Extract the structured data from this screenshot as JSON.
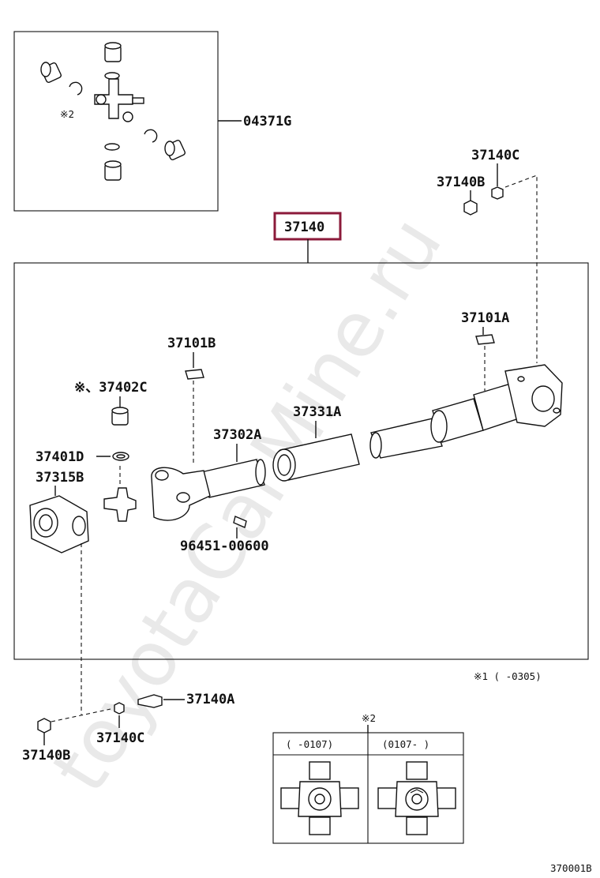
{
  "labels": {
    "kit": "04371G",
    "assembly": "37140",
    "nut_c_top": "37140C",
    "nut_b_top": "37140B",
    "center_bearing_a": "37101A",
    "center_bearing_b": "37101B",
    "spider_bushing": "※、37402C",
    "snap_ring": "37401D",
    "flange_yoke": "37315B",
    "yoke_tube": "37302A",
    "dust_boot": "37331A",
    "grease_fitting": "96451-00600",
    "bolt_a": "37140A",
    "nut_c_bottom": "37140C",
    "nut_b_bottom": "37140B",
    "kit_note": "※2",
    "detail_note": "※2",
    "period_note": "※1 (     -0305)",
    "diagram_id": "370001B"
  },
  "detail": {
    "col_left": "(      -0107)",
    "col_right": "(0107-      )"
  },
  "colors": {
    "line": "#111111",
    "highlight_border": "#8b1a3a",
    "watermark": "#cfcfcf"
  },
  "watermark": "toyotaCarMine.ru"
}
